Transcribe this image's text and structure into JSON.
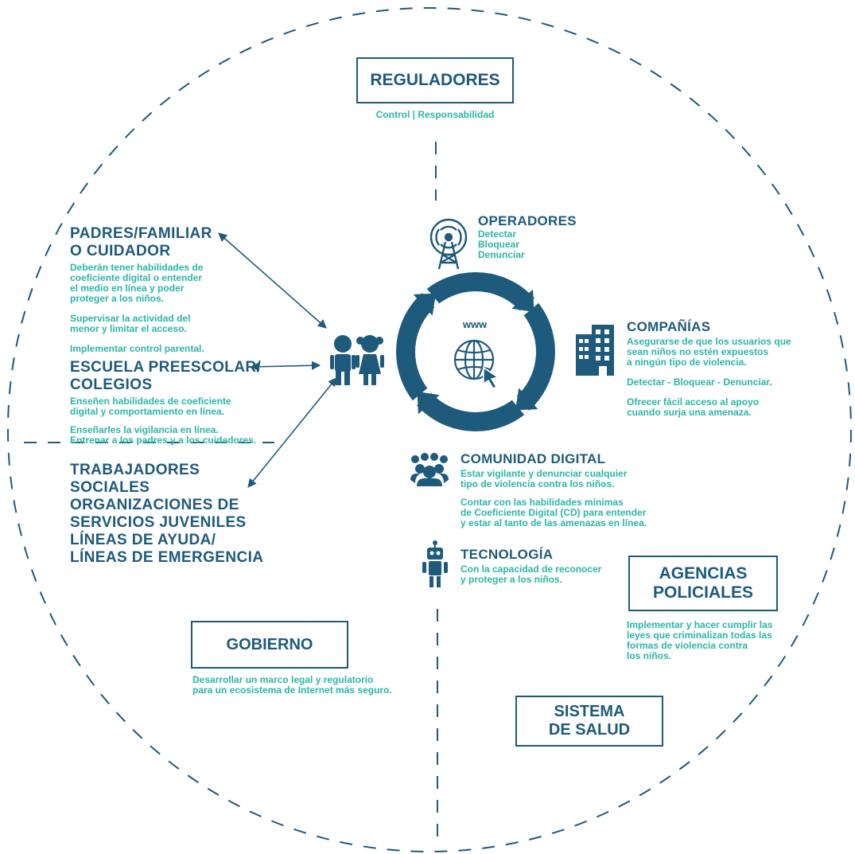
{
  "colors": {
    "dark": "#1e5a7c",
    "teal": "#2bb6a6"
  },
  "reguladores": {
    "title": "REGULADORES",
    "subtitle": "Control | Responsabilidad"
  },
  "operadores": {
    "title": "OPERADORES",
    "items": [
      "Detectar",
      "Bloquear",
      "Denunciar"
    ]
  },
  "center": {
    "www": "www"
  },
  "padres": {
    "title_line1": "PADRES/FAMILIAR",
    "title_line2": "O CUIDADOR",
    "p1": "Deberán tener habilidades de\ncoeficiente digital o entender\nel medio en línea y poder\nproteger a los niños.",
    "p2": "Supervisar la actividad del\nmenor y limitar el acceso.",
    "p3": "Implementar control parental."
  },
  "escuela": {
    "title_line1": "ESCUELA PREESCOLAR/",
    "title_line2": "COLEGIOS",
    "p1": "Enseñen habilidades de coeficiente\ndigital y comportamiento en línea.",
    "p2": "Enseñarles la vigilancia en línea.\nEntrenar a los padres y a los cuidadores."
  },
  "trabajadores": {
    "lines": [
      "TRABAJADORES",
      "SOCIALES",
      "ORGANIZACIONES DE",
      "SERVICIOS JUVENILES",
      "LÍNEAS DE AYUDA/",
      "LÍNEAS DE EMERGENCIA"
    ]
  },
  "companias": {
    "title": "COMPAÑÍAS",
    "p1": "Asegurarse de que los usuarios que\nsean niños no estén expuestos\na ningún tipo de violencia.",
    "p2": "Detectar - Bloquear - Denunciar.",
    "p3": "Ofrecer fácil acceso al apoyo\ncuando surja una amenaza."
  },
  "comunidad": {
    "title": "COMUNIDAD DIGITAL",
    "p1": "Estar vigilante y denunciar cualquier\ntipo de violencia contra los niños.",
    "p2": "Contar con las habilidades mínimas\nde Coeficiente Digital (CD) para entender\ny estar al tanto de las amenazas en línea."
  },
  "tecnologia": {
    "title": "TECNOLOGÍA",
    "p1": "Con la capacidad de reconocer\ny proteger a los niños."
  },
  "agencias": {
    "title_line1": "AGENCIAS",
    "title_line2": "POLICIALES",
    "p1": "Implementar y hacer cumplir las\nleyes que criminalizan todas las\nformas de violencia contra\nlos niños."
  },
  "gobierno": {
    "title": "GOBIERNO",
    "p1": "Desarrollar un marco legal y regulatorio\npara un ecosistema de Internet más seguro."
  },
  "salud": {
    "title_line1": "SISTEMA",
    "title_line2": "DE SALUD"
  },
  "icons": [
    "antenna-tower-icon",
    "globe-cursor-icon",
    "children-icon",
    "building-icon",
    "community-people-icon",
    "robot-icon"
  ]
}
